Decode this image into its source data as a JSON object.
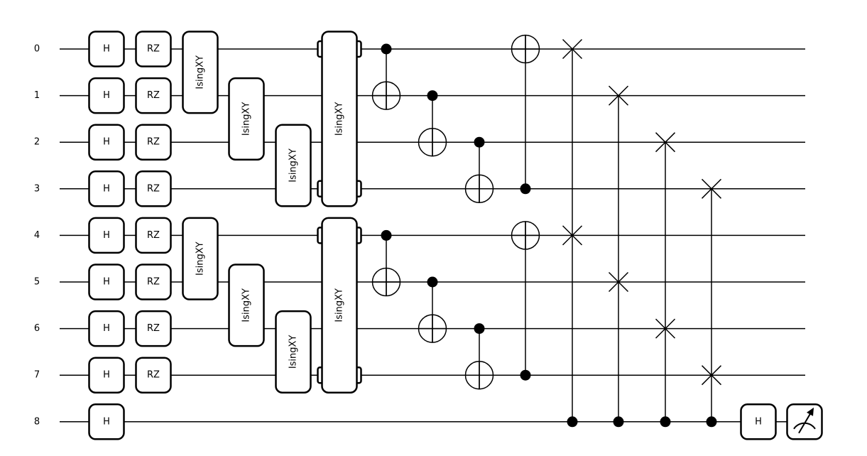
{
  "wires": [
    "0",
    "1",
    "2",
    "3",
    "4",
    "5",
    "6",
    "7",
    "8"
  ],
  "colors": {
    "line": "#000000",
    "gate_fill": "#ffffff"
  },
  "hadamard_label": "H",
  "rz_label": "RZ",
  "ising_label": "IsingXY",
  "final_h_label": "H",
  "layers": [
    {
      "kind": "H",
      "wires": [
        0,
        1,
        2,
        3,
        4,
        5,
        6,
        7,
        8
      ]
    },
    {
      "kind": "RZ",
      "wires": [
        0,
        1,
        2,
        3,
        4,
        5,
        6,
        7
      ]
    },
    {
      "kind": "IsingXY",
      "wires": [
        [
          0,
          1
        ],
        [
          4,
          5
        ]
      ]
    },
    {
      "kind": "IsingXY",
      "wires": [
        [
          1,
          2
        ],
        [
          5,
          6
        ]
      ]
    },
    {
      "kind": "IsingXY",
      "wires": [
        [
          2,
          3
        ],
        [
          6,
          7
        ]
      ]
    },
    {
      "kind": "IsingXY-span",
      "wires": [
        [
          0,
          3
        ],
        [
          4,
          7
        ]
      ]
    },
    {
      "kind": "CNOT",
      "pairs": [
        [
          0,
          1
        ],
        [
          4,
          5
        ]
      ]
    },
    {
      "kind": "CNOT",
      "pairs": [
        [
          1,
          2
        ],
        [
          5,
          6
        ]
      ]
    },
    {
      "kind": "CNOT",
      "pairs": [
        [
          2,
          3
        ],
        [
          6,
          7
        ]
      ]
    },
    {
      "kind": "CNOT",
      "pairs": [
        [
          3,
          0
        ],
        [
          7,
          4
        ]
      ]
    },
    {
      "kind": "CSWAP",
      "control": 8,
      "targets": [
        0,
        4
      ]
    },
    {
      "kind": "CSWAP",
      "control": 8,
      "targets": [
        1,
        5
      ]
    },
    {
      "kind": "CSWAP",
      "control": 8,
      "targets": [
        2,
        6
      ]
    },
    {
      "kind": "CSWAP",
      "control": 8,
      "targets": [
        3,
        7
      ]
    },
    {
      "kind": "H",
      "wires": [
        8
      ]
    },
    {
      "kind": "Measure",
      "wires": [
        8
      ]
    }
  ]
}
